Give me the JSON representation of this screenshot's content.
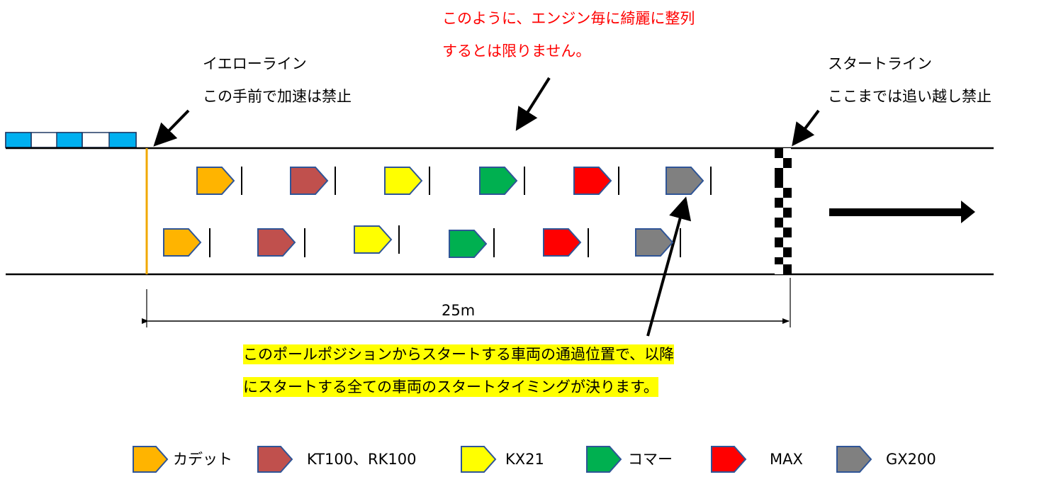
{
  "note_top": {
    "line1": "このように、エンジン毎に綺麗に整列",
    "line2": "するとは限りません。",
    "color": "#ff0000"
  },
  "yellow_line": {
    "title": "イエローライン",
    "desc": "この手前で加速は禁止",
    "color": "#f0a800"
  },
  "start_line": {
    "title": "スタートライン",
    "desc": "ここまでは追い越し禁止"
  },
  "distance_label": "25m",
  "note_bottom": {
    "line1": "このポールポジションからスタートする車両の通過位置で、以降",
    "line2": "にスタートする全ての車両のスタートタイミングが決ります。",
    "highlight": "#ffff00"
  },
  "engine_classes": [
    {
      "name": "カデット",
      "color": "#ffb400"
    },
    {
      "name": "KT100、RK100",
      "color": "#c0504d"
    },
    {
      "name": "KX21",
      "color": "#ffff00"
    },
    {
      "name": "コマー",
      "color": "#00b050"
    },
    {
      "name": "MAX",
      "color": "#ff0000"
    },
    {
      "name": "GX200",
      "color": "#808080"
    }
  ],
  "kart_outline_color": "#2f5597",
  "flag_color": "#00b0f0"
}
